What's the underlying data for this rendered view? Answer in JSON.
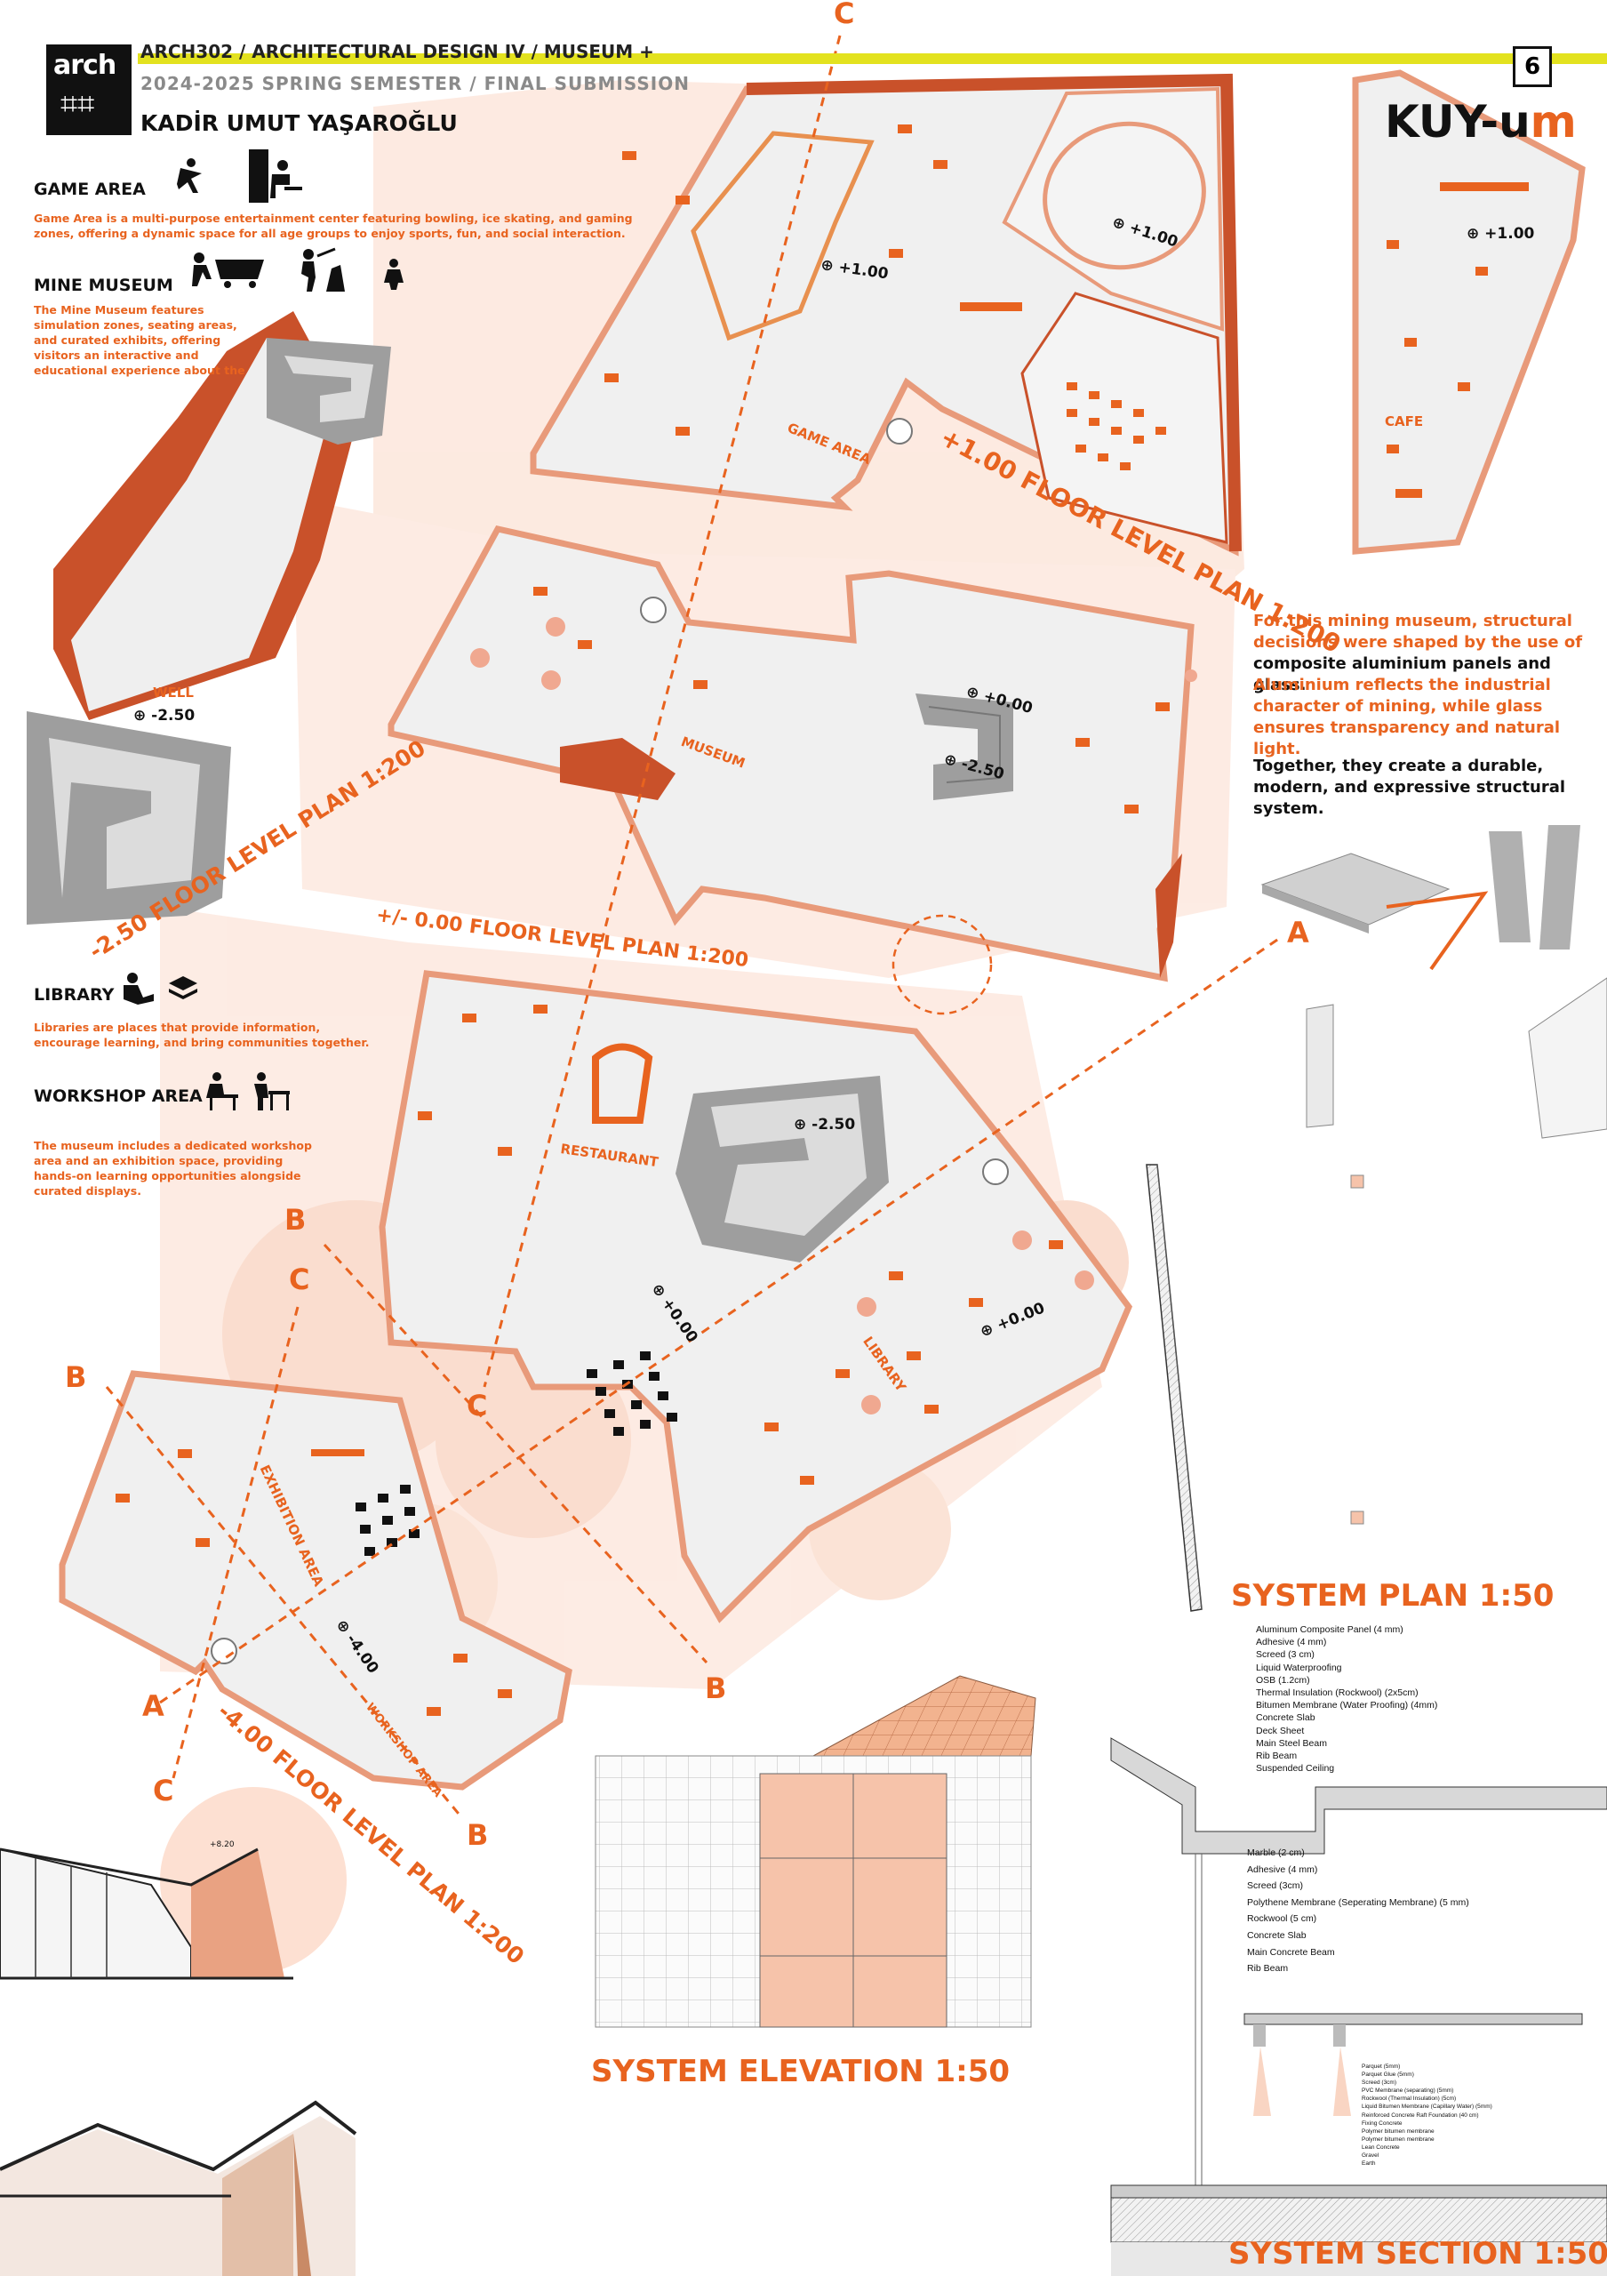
{
  "header": {
    "logo_text": "arch",
    "course": "ARCH302 / ARCHITECTURAL DESIGN IV / MUSEUM +",
    "semester": "2024-2025 SPRING SEMESTER / FINAL SUBMISSION",
    "student": "KADİR UMUT YAŞAROĞLU",
    "page_number": "6",
    "project_title_main": "KUY-u",
    "project_title_accent": "m"
  },
  "colors": {
    "accent": "#e8631f",
    "brick": "#c9512a",
    "header_bar": "#e3e21f",
    "wall_fill": "#f6a686",
    "floor_fill": "#efefef"
  },
  "sections": {
    "game_area": {
      "heading": "GAME AREA",
      "text": "Game Area is a multi-purpose entertainment center featuring bowling, ice skating, and gaming zones, offering a dynamic space for all age groups to enjoy sports, fun, and social interaction."
    },
    "mine_museum": {
      "heading": "MINE MUSEUM",
      "text": "The Mine Museum features simulation zones, seating areas, and curated exhibits, offering visitors an interactive and educational experience about the"
    },
    "library": {
      "heading": "LIBRARY",
      "text": "Libraries are places that provide information, encourage learning, and bring communities together."
    },
    "workshop_area": {
      "heading": "WORKSHOP AREA",
      "text": "The museum includes a dedicated workshop area and an exhibition space, providing hands-on learning opportunities alongside curated displays."
    }
  },
  "structure_text": {
    "p1_orange_a": "For this mining museum, structural decisions were shaped by the use of",
    "p1_black": "composite aluminium panels and glass",
    "p1_end": ".",
    "p2_orange": "Aluminium reflects the industrial character of mining, while glass ensures transparency and natural light.",
    "p3_black": "Together, they create a durable, modern, and expressive structural system."
  },
  "plans": {
    "plus1": {
      "title": "+1.00 FLOOR LEVEL PLAN 1:200"
    },
    "zero": {
      "title": "+/- 0.00 FLOOR LEVEL PLAN 1:200"
    },
    "minus250": {
      "title": "-2.50 FLOOR LEVEL PLAN 1:200"
    },
    "minus400": {
      "title": "-4.00 FLOOR LEVEL PLAN 1:200"
    }
  },
  "room_labels": {
    "game_area": "GAME AREA",
    "cafe": "CAFE",
    "well": "WELL",
    "museum": "MUSEUM",
    "restaurant": "RESTAURANT",
    "library": "LIBRARY",
    "exhibition": "EXHIBITION AREA",
    "workshop": "WORKSHOP AREA"
  },
  "levels": {
    "l1": "+1.00",
    "l2": "+1.00",
    "l3": "+1.00",
    "l4": "+0.00",
    "l5": "-2.50",
    "l6": "-2.50",
    "l7": "-2.50",
    "l8": "+0.00",
    "l9": "+0.00",
    "l10": "-4.00",
    "l11": "+8.20"
  },
  "section_markers": {
    "c_top": "C",
    "a_right": "A",
    "b1": "B",
    "c1": "C",
    "b2": "B",
    "c_mid": "C",
    "a_left": "A",
    "c_bottom": "C",
    "b_right": "B",
    "b_bottom": "B"
  },
  "system_titles": {
    "plan": "SYSTEM PLAN 1:50",
    "elevation": "SYSTEM ELEVATION 1:50",
    "section": "SYSTEM SECTION 1:50"
  },
  "layers_roof": [
    "Aluminum Composite Panel (4 mm)",
    "Adhesive (4 mm)",
    "Screed  (3 cm)",
    "Liquid Waterproofing",
    "OSB (1.2cm)",
    "Thermal Insulation (Rockwool) (2x5cm)",
    "Bitumen Membrane (Water Proofing) (4mm)",
    "Concrete Slab",
    "Deck Sheet",
    "Main Steel Beam",
    "Rib Beam",
    "Suspended Ceiling"
  ],
  "layers_floor": [
    "Marble (2 cm)",
    "Adhesive (4 mm)",
    "Screed (3cm)",
    "Polythene Membrane (Seperating Membrane) (5 mm)",
    "Rockwool (5 cm)",
    "Concrete Slab",
    "Main Concrete Beam",
    "Rib Beam"
  ],
  "layers_foundation": [
    "Parquet (5mm)",
    "Parquet Glue (5mm)",
    "Screed (3cm)",
    "PVC Membrane (separating) (5mm)",
    "Rockwool (Thermal Insulation) (5cm)",
    "Liquid Bitumen Membrane (Capillary Water) (5mm)",
    "Reinforced Concrete Raft Foundation (40 cm)",
    "Fixing Concrete",
    "Polymer bitumen membrane",
    "Polymer bitumen membrane",
    "Lean Concrete",
    "Gravel",
    "Earth"
  ]
}
